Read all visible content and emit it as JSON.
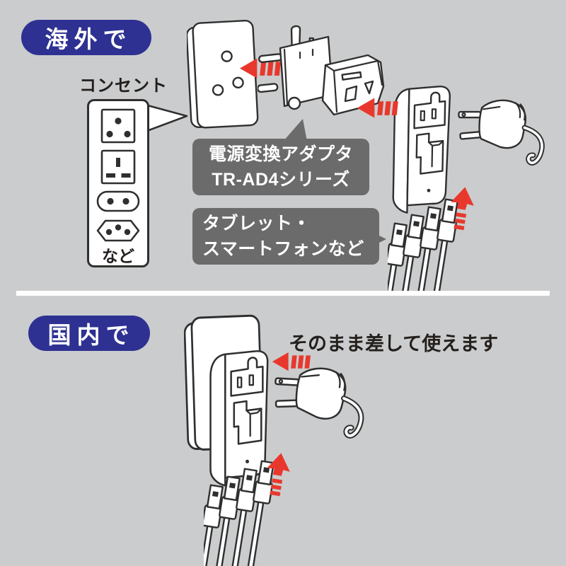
{
  "palette": {
    "background": "#cbcccd",
    "badge_blue": "#2e3192",
    "arrow_red": "#e8382d",
    "callout_gray": "#6b6b6b",
    "line_art": "#2f2f2f",
    "divider": "#ffffff"
  },
  "overseas": {
    "badge": "海外で",
    "outlet_label": "コンセント",
    "outlet_note": "など",
    "outlet_types": [
      "type-d-3-round-pin",
      "type-g-3-flat-pin",
      "type-c-2-round-pin",
      "type-j-3-pin-hex"
    ],
    "adapter_callout": {
      "line1": "電源変換アダプタ",
      "line2": "TR-AD4シリーズ"
    },
    "devices_callout": {
      "line1": "タブレット・",
      "line2": "スマートフォンなど"
    }
  },
  "domestic": {
    "badge": "国内で",
    "caption": "そのまま差して使えます"
  },
  "icons": {
    "arrow_left": "red-dashed-left-arrow",
    "arrow_up": "red-dashed-up-arrow",
    "wall_plate": "wall-outlet-plate",
    "travel_adapter": "power-conversion-adapter",
    "usb_charger": "usb-charger-unit",
    "usb_cables": "four-usb-cables",
    "power_plug": "two-prong-plug"
  }
}
